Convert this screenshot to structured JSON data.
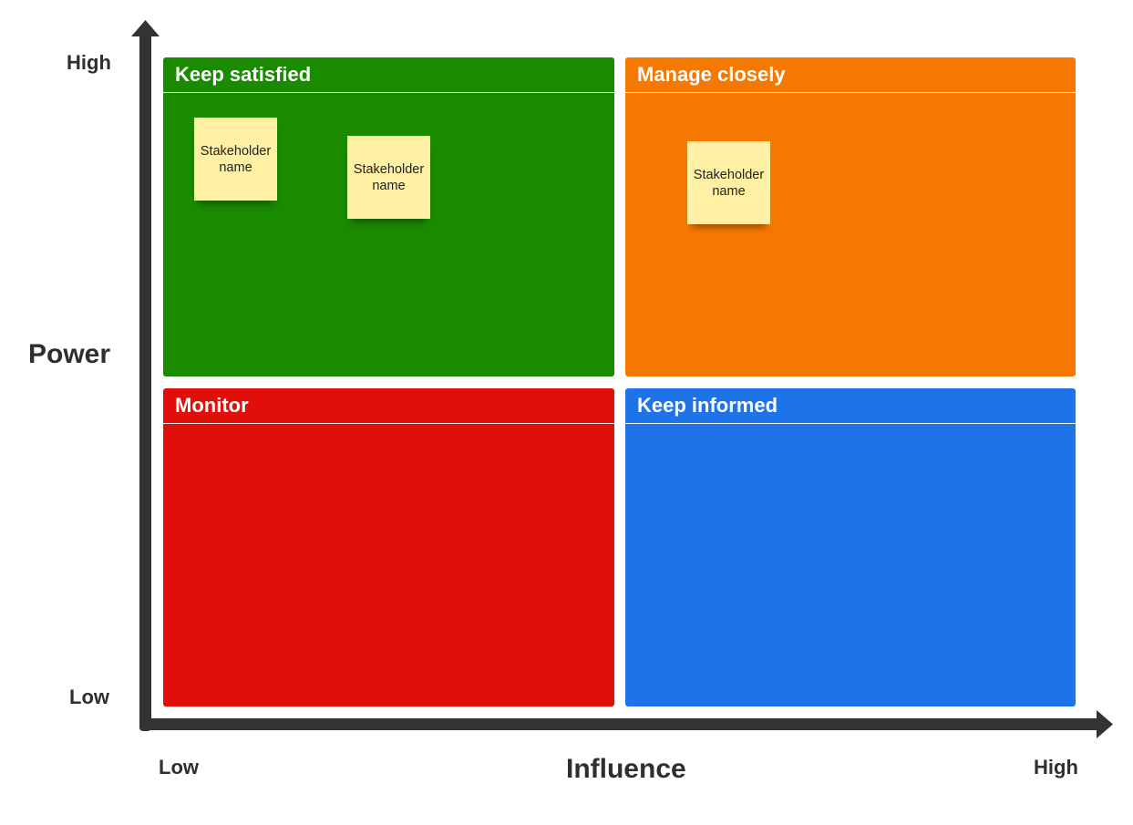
{
  "axes": {
    "y_title": "Power",
    "y_high": "High",
    "y_low": "Low",
    "x_title": "Influence",
    "x_low": "Low",
    "x_high": "High",
    "color": "#333333"
  },
  "quadrants": [
    {
      "title": "Keep satisfied",
      "color": "#1a8a00"
    },
    {
      "title": "Manage closely",
      "color": "#f57800"
    },
    {
      "title": "Monitor",
      "color": "#e10f0a"
    },
    {
      "title": "Keep informed",
      "color": "#1f73e8"
    }
  ],
  "sticky_notes": [
    {
      "text": "Stakeholder name",
      "color": "#fff0a3"
    },
    {
      "text": "Stakeholder name",
      "color": "#fff0a3"
    },
    {
      "text": "Stakeholder name",
      "color": "#fff0a3"
    }
  ]
}
